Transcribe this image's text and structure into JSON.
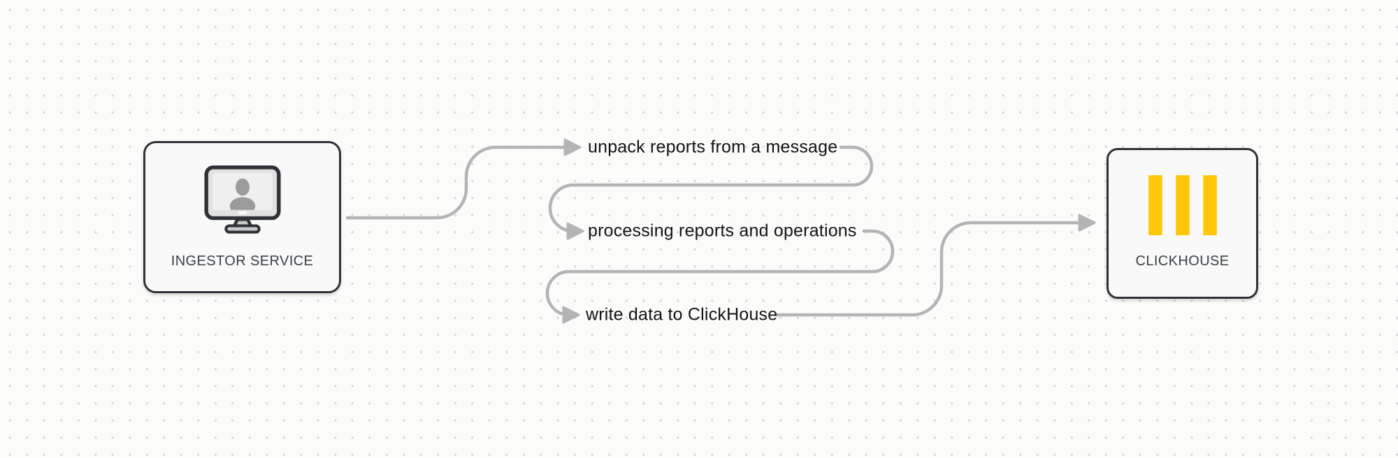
{
  "diagram": {
    "nodes": {
      "ingestor": {
        "label": "INGESTOR SERVICE",
        "icon": "monitor-user-icon"
      },
      "clickhouse": {
        "label": "CLICKHOUSE",
        "icon": "clickhouse-bars-icon"
      }
    },
    "steps": [
      {
        "label": "unpack reports from a message"
      },
      {
        "label": "processing reports and operations"
      },
      {
        "label": "write data to ClickHouse"
      }
    ],
    "colors": {
      "background": "#fbfbfa",
      "grid_dot": "#dadada",
      "connector": "#b4b4b4",
      "node_border": "#2f3338",
      "node_fill": "#f8f9f8",
      "clickhouse_yellow": "#ffc709",
      "step_text": "#131313",
      "node_label_text": "#3b4046"
    }
  }
}
